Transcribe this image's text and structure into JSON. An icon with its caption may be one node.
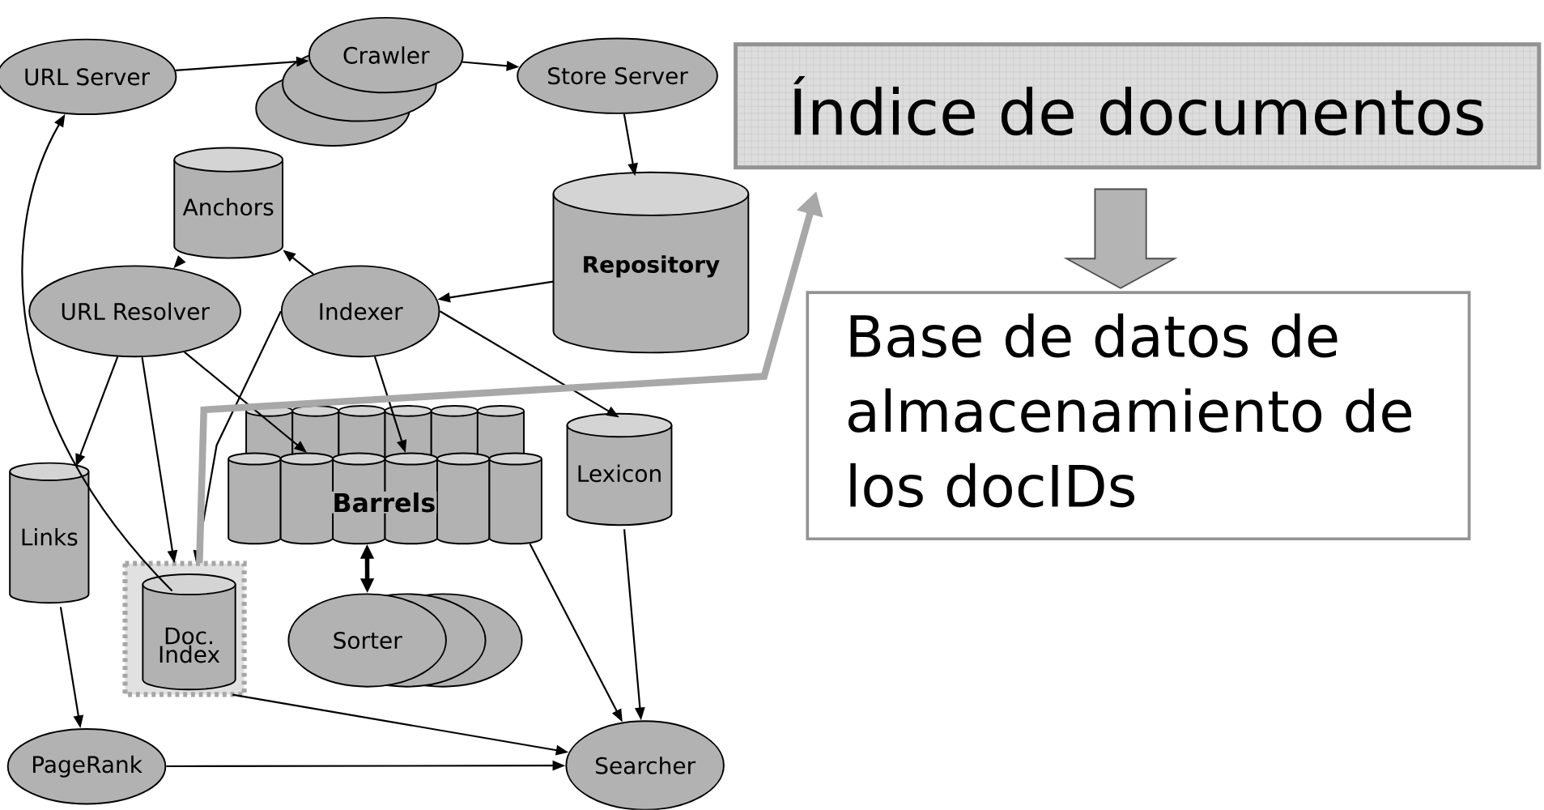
{
  "diagram": {
    "nodes": [
      {
        "text": [
          "URL Server"
        ]
      },
      {
        "text": [
          "Crawler"
        ]
      },
      {
        "text": [
          "Store Server"
        ]
      },
      {
        "text": [
          "Índice de documentos"
        ]
      },
      {
        "text": [
          "Anchors"
        ]
      },
      {
        "text": [
          "Repository"
        ]
      },
      {
        "text": [
          "URL Resolver"
        ]
      },
      {
        "text": [
          "Indexer"
        ]
      },
      {
        "text": [
          "Base de datos de almacenamiento de los docIDs"
        ]
      },
      {
        "text": [
          "Barrels"
        ]
      },
      {
        "text": [
          "Lexicon"
        ]
      },
      {
        "text": [
          "Links"
        ]
      },
      {
        "text": [
          "Doc. Index"
        ]
      },
      {
        "text": [
          "Sorter"
        ]
      },
      {
        "text": [
          "PageRank"
        ]
      },
      {
        "text": [
          "Searcher"
        ]
      }
    ],
    "edges": [
      {
        "from": 0,
        "to": 1,
        "arrow": "to"
      },
      {
        "from": 1,
        "to": 2,
        "arrow": "to"
      },
      {
        "from": 2,
        "to": 5,
        "arrow": "to"
      },
      {
        "from": 5,
        "to": 7,
        "arrow": "to"
      },
      {
        "from": 7,
        "to": 4,
        "arrow": "to"
      },
      {
        "from": 4,
        "to": 6,
        "arrow": "to"
      },
      {
        "from": 6,
        "to": 11,
        "arrow": "to"
      },
      {
        "from": 6,
        "to": 12,
        "arrow": "to"
      },
      {
        "from": 6,
        "to": 9,
        "arrow": "to"
      },
      {
        "from": 7,
        "to": 12,
        "arrow": "to"
      },
      {
        "from": 7,
        "to": 9,
        "arrow": "to"
      },
      {
        "from": 7,
        "to": 10,
        "arrow": "to"
      },
      {
        "from": 11,
        "to": 14,
        "arrow": "to"
      },
      {
        "from": 12,
        "to": 0,
        "arrow": "to"
      },
      {
        "from": 9,
        "to": 13,
        "arrow": "both",
        "style": "thick"
      },
      {
        "from": 9,
        "to": 15,
        "arrow": "to"
      },
      {
        "from": 10,
        "to": 15,
        "arrow": "to"
      },
      {
        "from": 12,
        "to": 15,
        "arrow": "to"
      },
      {
        "from": 14,
        "to": 15,
        "arrow": "to"
      },
      {
        "from": 12,
        "to": 3,
        "arrow": "to",
        "style": "thick",
        "color": "#a8a8a8"
      },
      {
        "from": 3,
        "to": 8,
        "arrow": "to",
        "style": "thick",
        "color": "#b4b4b4"
      }
    ]
  }
}
